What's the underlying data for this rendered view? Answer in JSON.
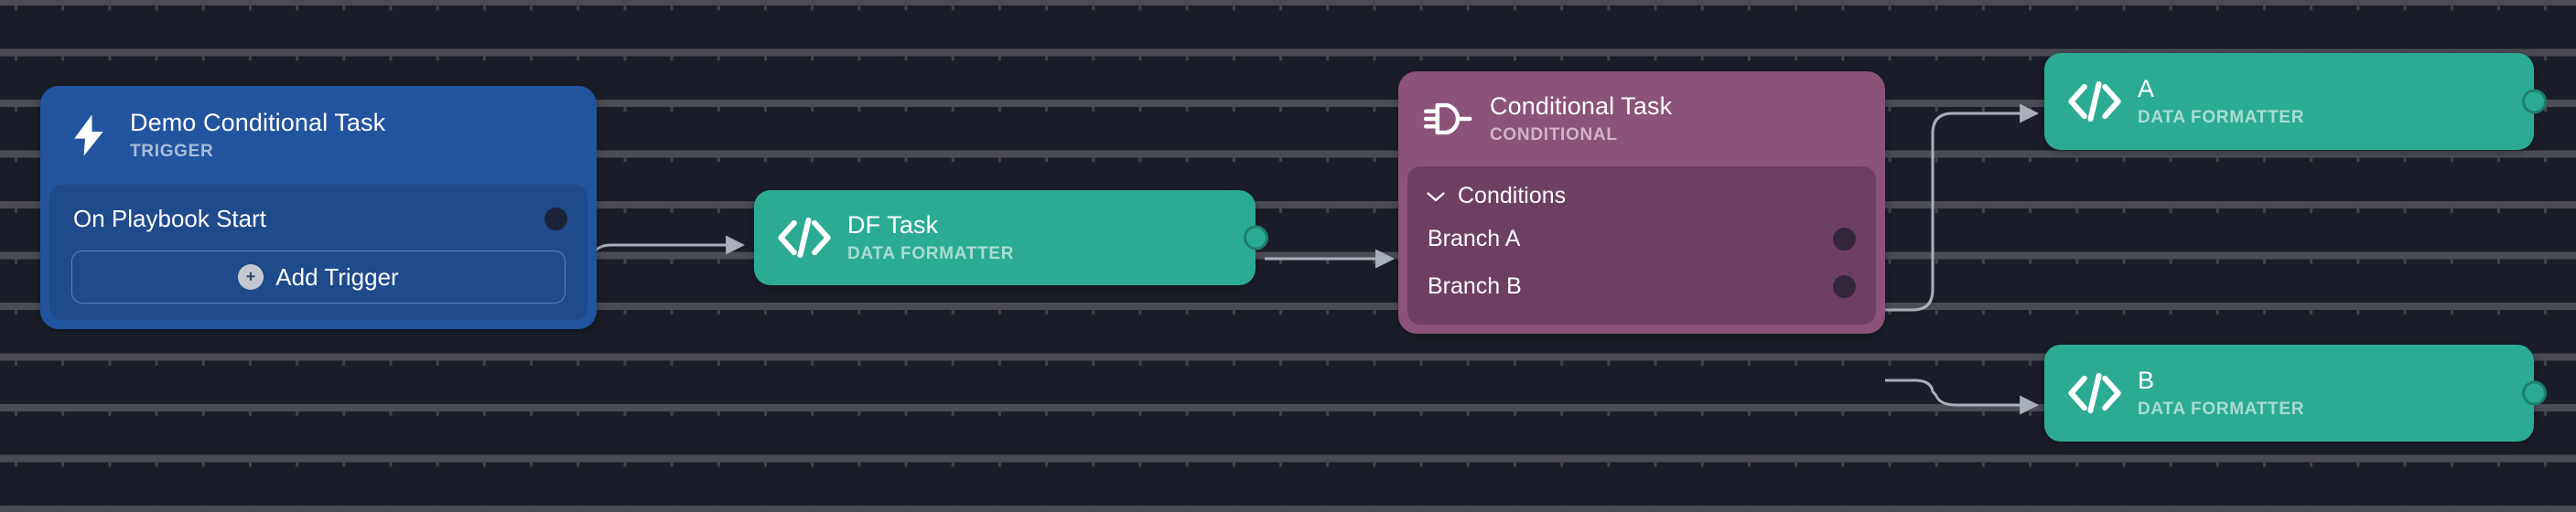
{
  "canvas": {
    "background_color": "#1b1e29",
    "grid_dot_color": "#4a4a53"
  },
  "palette": {
    "trigger_blue": "#23549f",
    "trigger_body_blue": "#1f4a8c",
    "data_formatter_teal": "#2cab93",
    "conditional_purple": "#8b5378",
    "conditional_body_purple": "#6f3f61",
    "edge_gray": "#a9b0bb",
    "port_dark": "#1c2336"
  },
  "nodes": {
    "trigger": {
      "title": "Demo Conditional Task",
      "subtitle": "TRIGGER",
      "icon": "lightning-bolt-icon",
      "row_label": "On Playbook Start",
      "add_button_label": "Add Trigger",
      "add_button_icon": "plus-circle-icon"
    },
    "df_task": {
      "title": "DF Task",
      "subtitle": "DATA FORMATTER",
      "icon": "code-brackets-icon"
    },
    "conditional": {
      "title": "Conditional Task",
      "subtitle": "CONDITIONAL",
      "icon": "logic-gate-icon",
      "section_label": "Conditions",
      "section_chevron": "chevron-down-icon",
      "branches": [
        {
          "label": "Branch A"
        },
        {
          "label": "Branch B"
        }
      ]
    },
    "branch_a_task": {
      "title": "A",
      "subtitle": "DATA FORMATTER",
      "icon": "code-brackets-icon"
    },
    "branch_b_task": {
      "title": "B",
      "subtitle": "DATA FORMATTER",
      "icon": "code-brackets-icon"
    }
  },
  "edges": [
    {
      "from": "trigger.on-playbook-start",
      "to": "df-task"
    },
    {
      "from": "df-task",
      "to": "conditional-task"
    },
    {
      "from": "conditional-task.branch-a",
      "to": "branch-a-task"
    },
    {
      "from": "conditional-task.branch-b",
      "to": "branch-b-task"
    }
  ]
}
